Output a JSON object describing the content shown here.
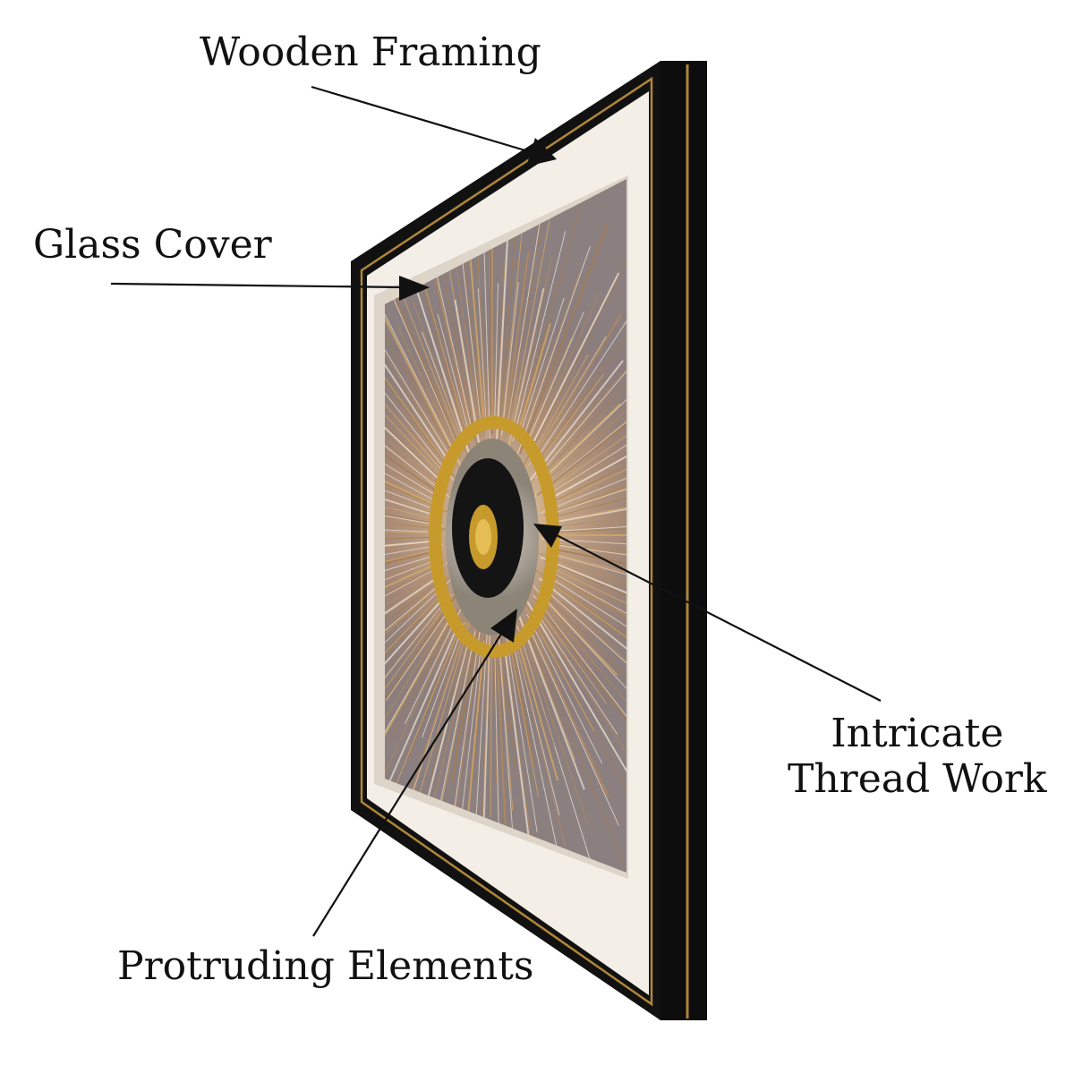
{
  "labels": {
    "wooden_framing": "Wooden Framing",
    "glass_cover": "Glass Cover",
    "intricate_thread_work": [
      "Intricate",
      "Thread Work"
    ],
    "protruding_elements": "Protruding Elements"
  },
  "icons": {
    "frame_artwork": "framed-sunburst-thread-art",
    "pointer": "arrow"
  },
  "colors": {
    "frame": "#111111",
    "frame_gold_edge": "#b0863a",
    "mat": "#f3eee6",
    "art_background": "#8b7f80",
    "thread_gold": "#d9a960",
    "thread_light": "#e8dccd",
    "center_black": "#141414",
    "center_gold": "#c79a2c",
    "annotation": "#111111"
  }
}
